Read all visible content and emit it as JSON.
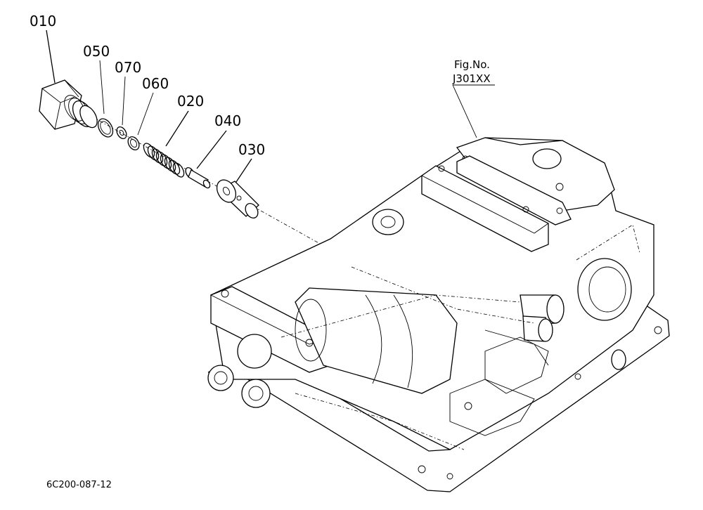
{
  "parts": [
    {
      "id": "p010",
      "label": "010"
    },
    {
      "id": "p050",
      "label": "050"
    },
    {
      "id": "p070",
      "label": "070"
    },
    {
      "id": "p060",
      "label": "060"
    },
    {
      "id": "p020",
      "label": "020"
    },
    {
      "id": "p040",
      "label": "040"
    },
    {
      "id": "p030",
      "label": "030"
    }
  ],
  "figure_ref": {
    "line1": "Fig.No.",
    "line2": "J301XX"
  },
  "drawing_code": "6C200-087-12"
}
